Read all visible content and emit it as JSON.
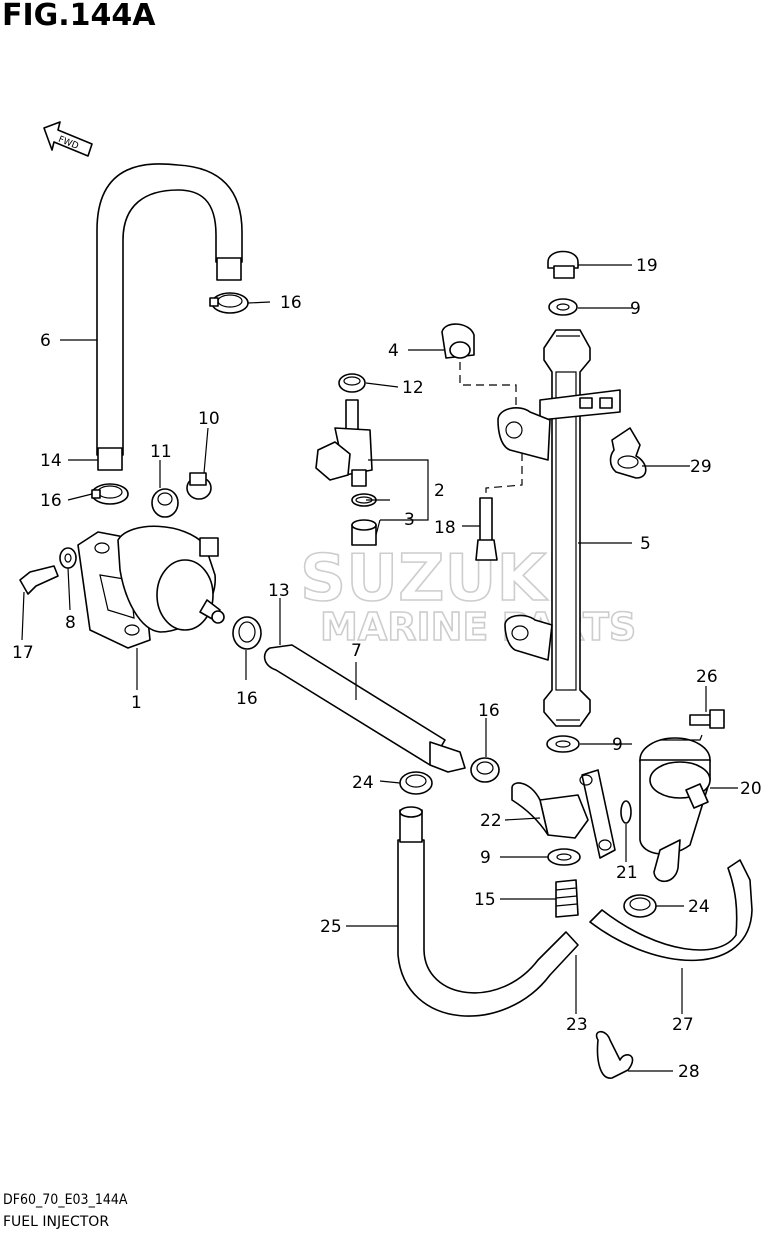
{
  "title": "FIG.144A",
  "diagram_code": "DF60_70_E03_144A",
  "caption": "FUEL INJECTOR",
  "direction_arrow": "FWD",
  "watermark": {
    "line1": "SUZUKI",
    "line2": "MARINE PARTS"
  },
  "callouts": {
    "c1": "1",
    "c2": "2",
    "c3": "3",
    "c4": "4",
    "c5": "5",
    "c6": "6",
    "c7": "7",
    "c8": "8",
    "c9a": "9",
    "c9b": "9",
    "c9c": "9",
    "c10": "10",
    "c11": "11",
    "c12": "12",
    "c13": "13",
    "c14": "14",
    "c15": "15",
    "c16a": "16",
    "c16b": "16",
    "c16c": "16",
    "c16d": "16",
    "c17": "17",
    "c18": "18",
    "c19": "19",
    "c20": "20",
    "c21": "21",
    "c22": "22",
    "c23": "23",
    "c24a": "24",
    "c24b": "24",
    "c25": "25",
    "c26": "26",
    "c27": "27",
    "c28": "28",
    "c29": "29"
  }
}
